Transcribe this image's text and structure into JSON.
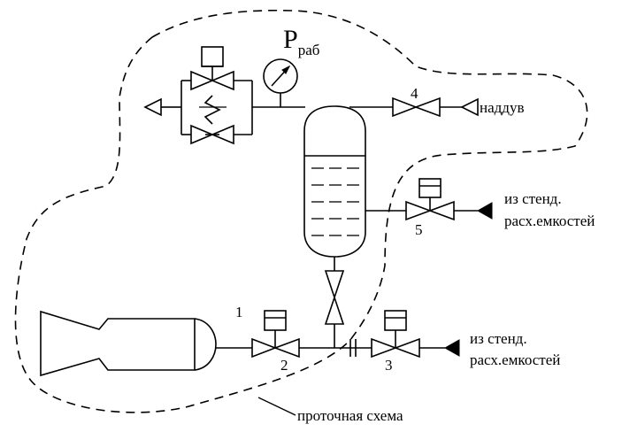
{
  "pressure_label": {
    "main": "P",
    "sub": "раб"
  },
  "labels": {
    "pressurization": "наддув",
    "supply_upper_line1": "из стенд.",
    "supply_upper_line2": "расх.емкостей",
    "supply_lower_line1": "из стенд.",
    "supply_lower_line2": "расх.емкостей",
    "flow_scheme": "проточная схема"
  },
  "numbers": {
    "n1": "1",
    "n2": "2",
    "n3": "3",
    "n4": "4",
    "n5": "5"
  }
}
